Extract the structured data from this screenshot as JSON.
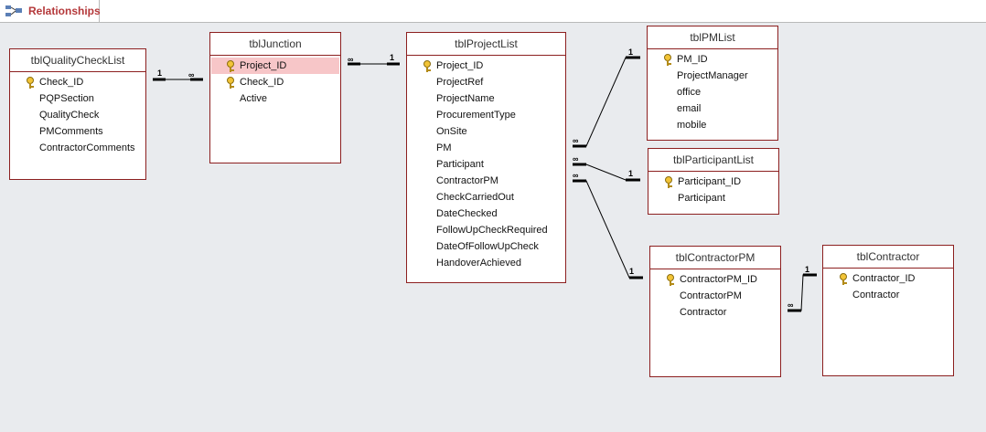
{
  "tab": {
    "label": "Relationships",
    "icon": "relationships-icon"
  },
  "tables": {
    "tblQualityCheckList": {
      "title": "tblQualityCheckList",
      "fields": [
        "Check_ID",
        "PQPSection",
        "QualityCheck",
        "PMComments",
        "ContractorComments"
      ],
      "keys": [
        0
      ]
    },
    "tblJunction": {
      "title": "tblJunction",
      "fields": [
        "Project_ID",
        "Check_ID",
        "Active"
      ],
      "keys": [
        0,
        1
      ],
      "selected": 0
    },
    "tblProjectList": {
      "title": "tblProjectList",
      "fields": [
        "Project_ID",
        "ProjectRef",
        "ProjectName",
        "ProcurementType",
        "OnSite",
        "PM",
        "Participant",
        "ContractorPM",
        "CheckCarriedOut",
        "DateChecked",
        "FollowUpCheckRequired",
        "DateOfFollowUpCheck",
        "HandoverAchieved"
      ],
      "keys": [
        0
      ]
    },
    "tblPMList": {
      "title": "tblPMList",
      "fields": [
        "PM_ID",
        "ProjectManager",
        "office",
        "email",
        "mobile"
      ],
      "keys": [
        0
      ]
    },
    "tblParticipantList": {
      "title": "tblParticipantList",
      "fields": [
        "Participant_ID",
        "Participant"
      ],
      "keys": [
        0
      ]
    },
    "tblContractorPM": {
      "title": "tblContractorPM",
      "fields": [
        "ContractorPM_ID",
        "ContractorPM",
        "Contractor"
      ],
      "keys": [
        0
      ]
    },
    "tblContractor": {
      "title": "tblContractor",
      "fields": [
        "Contractor_ID",
        "Contractor"
      ],
      "keys": [
        0
      ]
    }
  },
  "relationships": [
    {
      "from": "tblQualityCheckList",
      "to": "tblJunction",
      "one": "1",
      "many": "∞"
    },
    {
      "from": "tblJunction",
      "to": "tblProjectList",
      "one": "1",
      "many": "∞"
    },
    {
      "from": "tblProjectList",
      "to": "tblPMList",
      "one": "1",
      "many": "∞"
    },
    {
      "from": "tblProjectList",
      "to": "tblParticipantList",
      "one": "1",
      "many": "∞"
    },
    {
      "from": "tblProjectList",
      "to": "tblContractorPM",
      "one": "1",
      "many": "∞"
    },
    {
      "from": "tblContractorPM",
      "to": "tblContractor",
      "one": "1",
      "many": "∞"
    }
  ],
  "colors": {
    "border": "#8c1f1f",
    "selected_row": "#f7c6c8",
    "tab_text": "#b4383a",
    "canvas": "#e9ebee"
  }
}
